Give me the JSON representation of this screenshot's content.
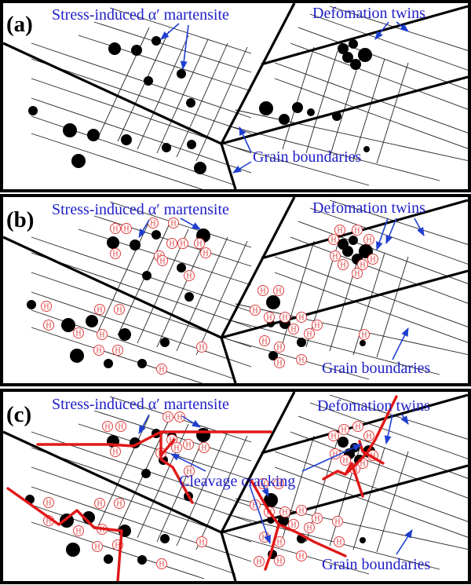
{
  "panels": [
    {
      "letter": "(a)",
      "labels": {
        "martensite": "Stress-induced α′ martensite",
        "twins": "Defomation twins",
        "boundaries": "Grain boundaries"
      }
    },
    {
      "letter": "(b)",
      "labels": {
        "martensite": "Stress-induced α′ martensite",
        "twins": "Defomation twins",
        "boundaries": "Grain boundaries"
      }
    },
    {
      "letter": "(c)",
      "labels": {
        "martensite": "Stress-induced α′ martensite",
        "twins": "Defomation twins",
        "boundaries": "Grain boundaries",
        "cracking": "Cleavage cracking"
      }
    }
  ],
  "hydrogen_symbol": "H",
  "colors": {
    "label": "#2020c8",
    "arrow": "#1f3fd0",
    "crack": "#e01818",
    "hydrogen": "#e04040",
    "particle": "#000000"
  }
}
